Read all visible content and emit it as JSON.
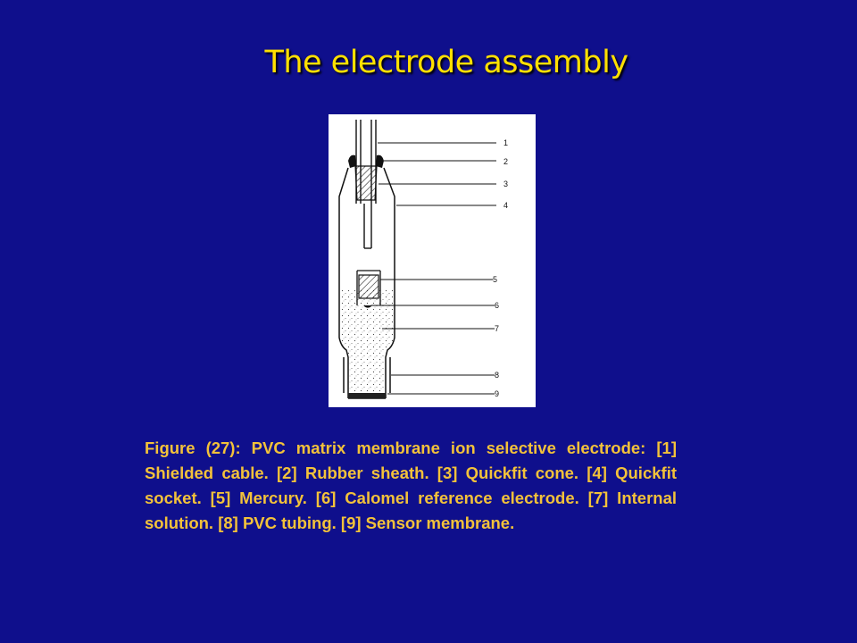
{
  "slide": {
    "title": "The electrode assembly"
  },
  "figure": {
    "labels": [
      "1",
      "2",
      "3",
      "4",
      "5",
      "6",
      "7",
      "8",
      "9"
    ]
  },
  "caption": {
    "text": "Figure (27): PVC matrix membrane ion selective electrode: [1] Shielded cable. [2] Rubber sheath. [3] Quickfit cone. [4] Quickfit socket. [5] Mercury. [6] Calomel reference electrode. [7] Internal solution. [8] PVC tubing. [9] Sensor membrane."
  },
  "colors": {
    "background": "#0f0f8c",
    "title": "#ffe000",
    "caption": "#f3c23a"
  }
}
